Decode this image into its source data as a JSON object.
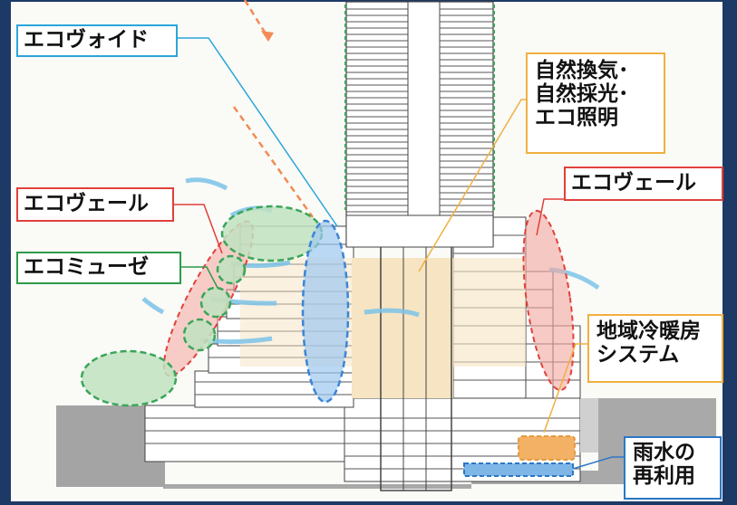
{
  "labels": {
    "eco_void": "エコヴォイド",
    "eco_veil_left": "エコヴェール",
    "eco_museum": "エコミューゼ",
    "natural": {
      "line1": "自然換気･",
      "line2": "自然採光･",
      "line3": "エコ照明"
    },
    "eco_veil_right": "エコヴェール",
    "district_heating": {
      "line1": "地域冷暖房",
      "line2": "システム"
    },
    "rainwater": {
      "line1": "雨水の",
      "line2": "再利用"
    }
  },
  "colors": {
    "blue": "#2aa6d9",
    "red": "#e0413a",
    "green": "#2e9a4a",
    "orange": "#f0b040",
    "navy": "#2b78c4",
    "frame": "#1d3a66"
  }
}
